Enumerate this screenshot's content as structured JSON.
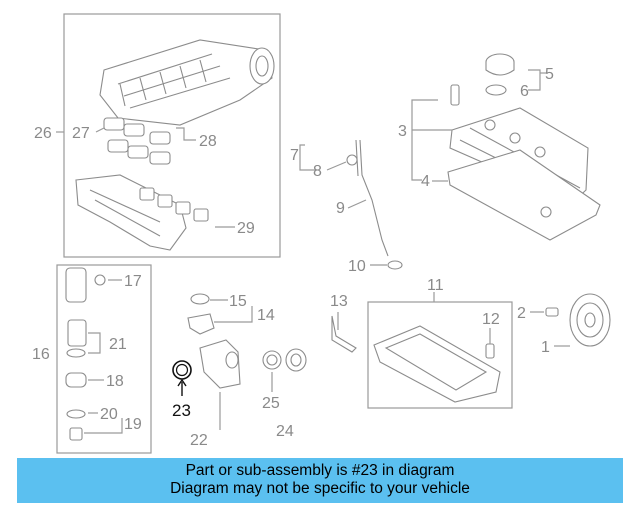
{
  "callouts": {
    "c1": "1",
    "c2": "2",
    "c3": "3",
    "c4": "4",
    "c5": "5",
    "c6": "6",
    "c7": "7",
    "c8": "8",
    "c9": "9",
    "c10": "10",
    "c11": "11",
    "c12": "12",
    "c13": "13",
    "c14": "14",
    "c15": "15",
    "c16": "16",
    "c17": "17",
    "c18": "18",
    "c19": "19",
    "c20": "20",
    "c21": "21",
    "c22": "22",
    "c23": "23",
    "c24": "24",
    "c25": "25",
    "c26": "26",
    "c27": "27",
    "c28": "28",
    "c29": "29"
  },
  "highlight_part": "23",
  "banner": {
    "line1": "Part or sub-assembly is #23 in diagram",
    "line2": "Diagram may not be specific to your vehicle"
  }
}
